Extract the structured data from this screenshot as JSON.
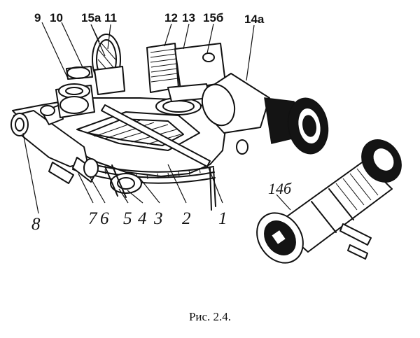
{
  "figure": {
    "labels": {
      "l9": "9",
      "l10": "10",
      "l15a": "15а",
      "l11": "11",
      "l12": "12",
      "l13": "13",
      "l15b": "15б",
      "l14a": "14а",
      "l14b": "14б",
      "l8": "8",
      "l7": "7",
      "l6": "6",
      "l5": "5",
      "l4": "4",
      "l3": "3",
      "l2": "2",
      "l1": "1"
    },
    "caption": "Рис. 2.4."
  }
}
